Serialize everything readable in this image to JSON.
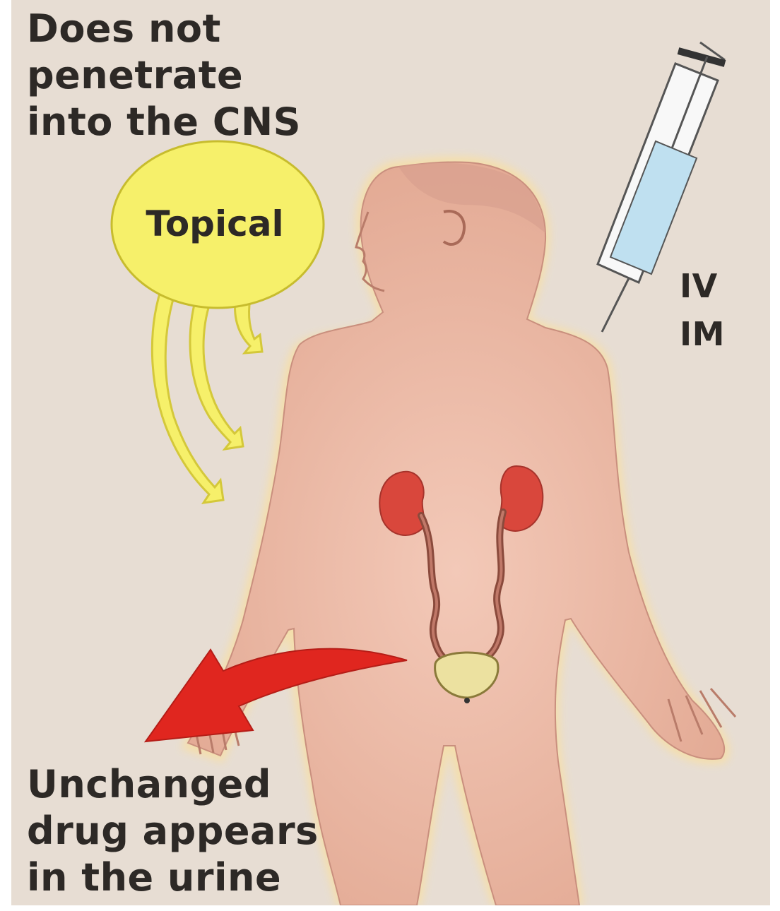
{
  "labels": {
    "top_note": "Does not\npenetrate\ninto the CNS",
    "topical": "Topical",
    "route_iv": "IV",
    "route_im": "IM",
    "bottom_note": "Unchanged\ndrug appears\nin the urine"
  },
  "colors": {
    "background": "#e7ddd3",
    "body_skin": "#e9bba4",
    "body_glow": "#f6dfa8",
    "topical_bubble": "#f6f06a",
    "excretion_arrow": "#e0261f",
    "kidney": "#d9473c",
    "syringe_fluid": "#bfe0f0",
    "text": "#2d2926"
  },
  "icons": {
    "syringe": "syringe-icon",
    "kidneys": "kidney-icon",
    "bladder": "bladder-icon",
    "arrow": "curved-arrow-icon"
  }
}
